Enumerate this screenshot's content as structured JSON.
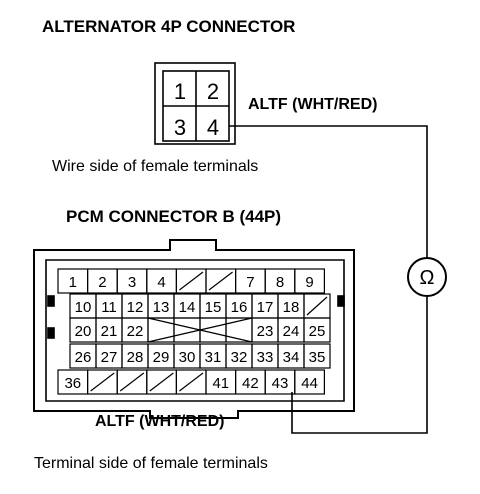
{
  "alternator": {
    "title": "ALTERNATOR 4P CONNECTOR",
    "terminals": [
      "1",
      "2",
      "3",
      "4"
    ],
    "wire_label": "ALTF (WHT/RED)",
    "caption": "Wire side of female terminals"
  },
  "pcm": {
    "title": "PCM CONNECTOR B (44P)",
    "rows": [
      [
        "1",
        "2",
        "3",
        "4",
        "/",
        "/",
        "7",
        "8",
        "9"
      ],
      [
        "10",
        "11",
        "12",
        "13",
        "14",
        "15",
        "16",
        "17",
        "18",
        "/"
      ],
      [
        "20",
        "21",
        "22",
        "",
        "",
        "",
        "",
        "23",
        "24",
        "25"
      ],
      [
        "26",
        "27",
        "28",
        "29",
        "30",
        "31",
        "32",
        "33",
        "34",
        "35"
      ],
      [
        "36",
        "/",
        "/",
        "/",
        "/",
        "41",
        "42",
        "43",
        "44"
      ]
    ],
    "wire_label": "ALTF (WHT/RED)",
    "caption": "Terminal side of female terminals"
  },
  "meter": {
    "symbol": "Ω"
  }
}
